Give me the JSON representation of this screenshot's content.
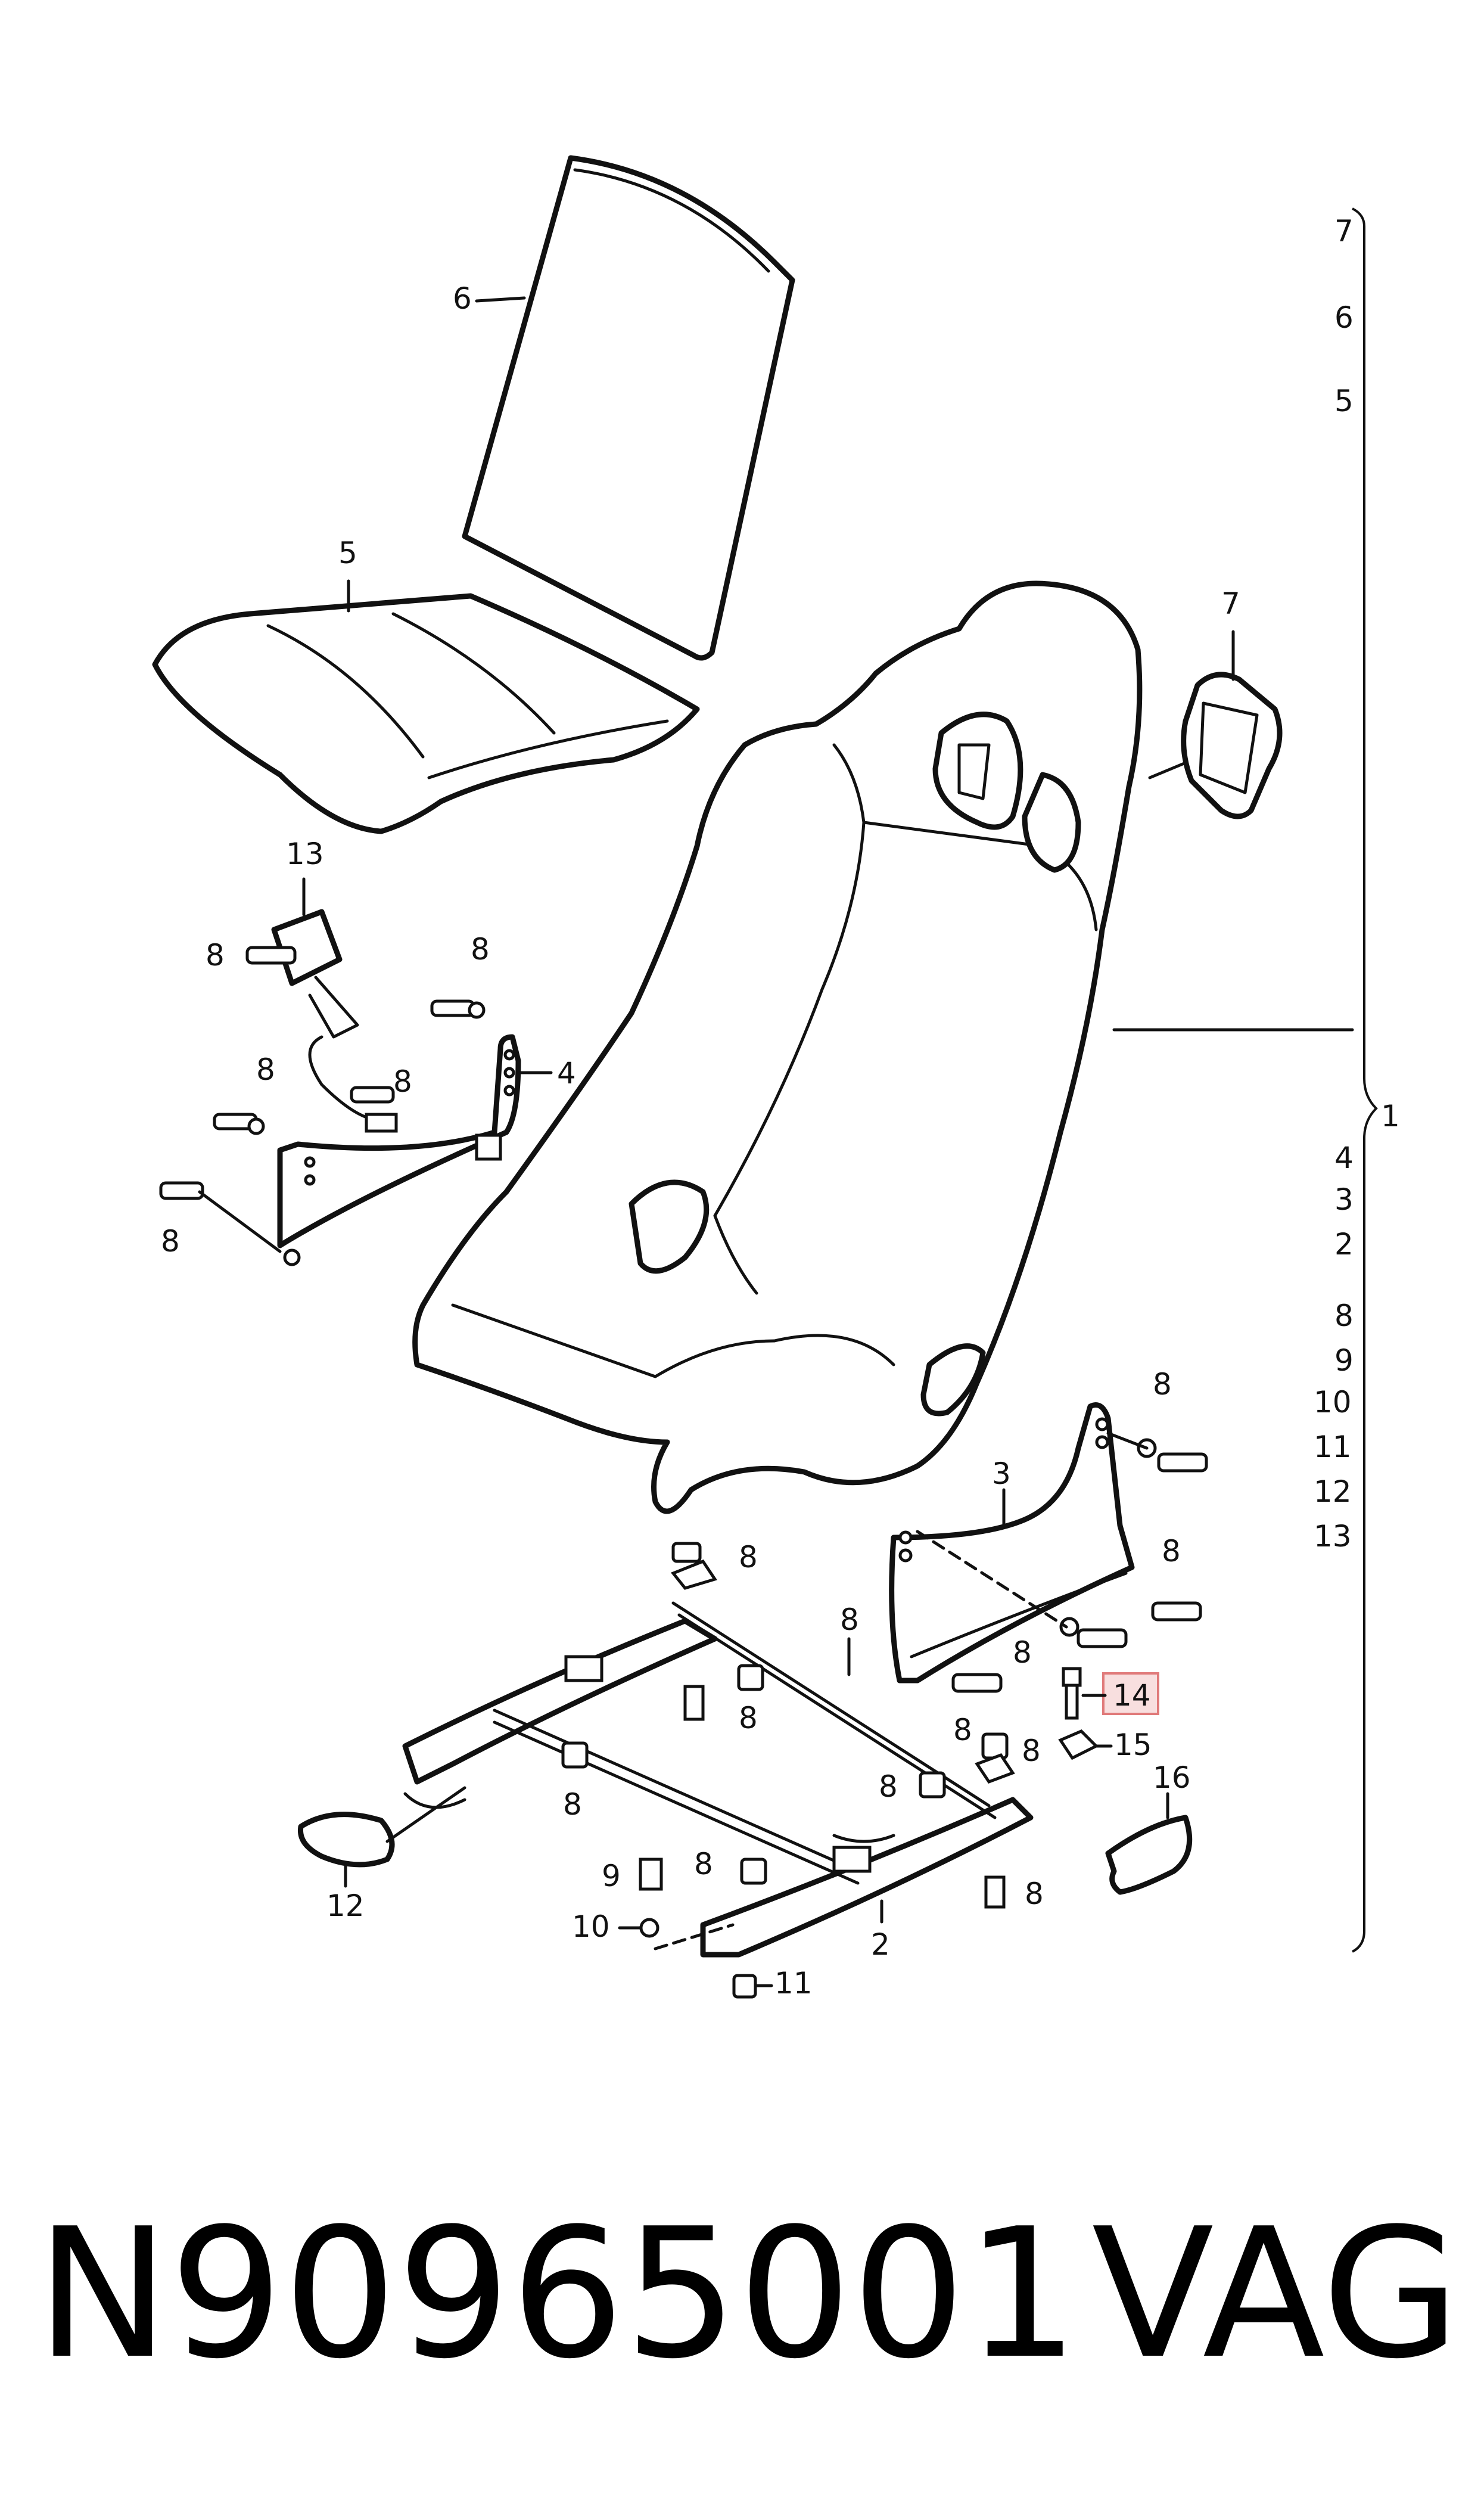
{
  "callouts": {
    "c1": "1",
    "c2": "2",
    "c3": "3",
    "c4": "4",
    "c5": "5",
    "c6": "6",
    "c7": "7",
    "c8": "8",
    "c9": "9",
    "c10": "10",
    "c11": "11",
    "c12": "12",
    "c13": "13",
    "c14": "14",
    "c15": "15",
    "c16": "16"
  },
  "bracket_list_top": [
    "7",
    "6",
    "5"
  ],
  "bracket_list_bottom": [
    "4",
    "3",
    "2",
    "8",
    "9",
    "10",
    "11",
    "12",
    "13"
  ],
  "bracket_label": "1",
  "highlight_color": "#f4a7a7",
  "footer": {
    "part_number": "N90965001",
    "brand": "VAG"
  }
}
